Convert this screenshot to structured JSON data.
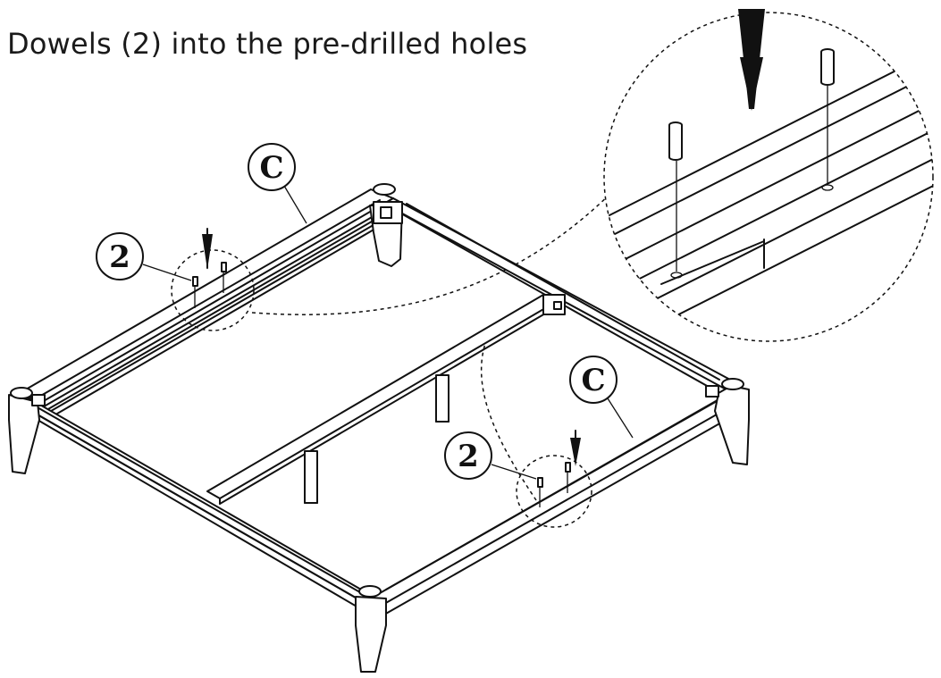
{
  "instruction": {
    "title": "Dowels (2) into the pre-drilled holes"
  },
  "callouts": {
    "quantity_left": "2",
    "quantity_right": "2",
    "part_rail_back": "C",
    "part_rail_front": "C"
  }
}
